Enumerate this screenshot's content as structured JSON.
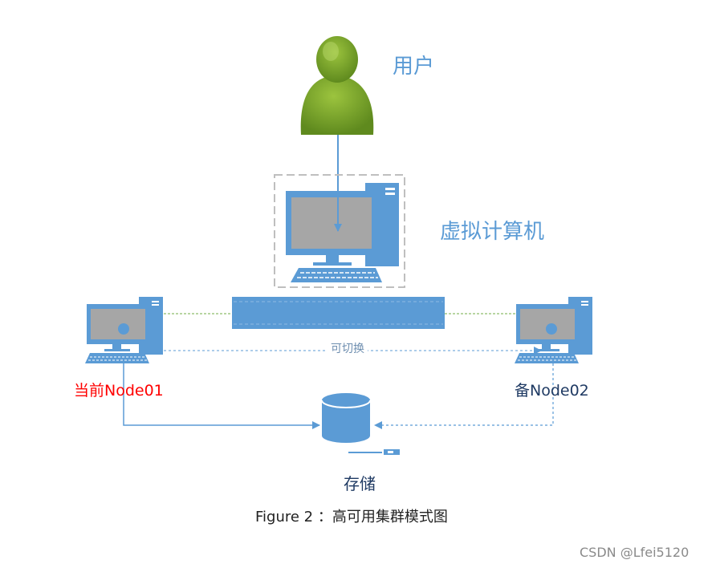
{
  "labels": {
    "user": "用户",
    "vm": "虚拟计算机",
    "switchable": "可切换",
    "node01": "当前Node01",
    "node02": "备Node02",
    "storage": "存储",
    "caption": "Figure 2 ：高可用集群模式图",
    "watermark": "CSDN @Lfei5120"
  },
  "colors": {
    "blue": "#5b9bd5",
    "screen": "#a6a6a6",
    "user_green": "#7cab2e",
    "active_red": "#ff0000",
    "dark_navy": "#1f3a63",
    "green_dotted": "#70ad47"
  }
}
